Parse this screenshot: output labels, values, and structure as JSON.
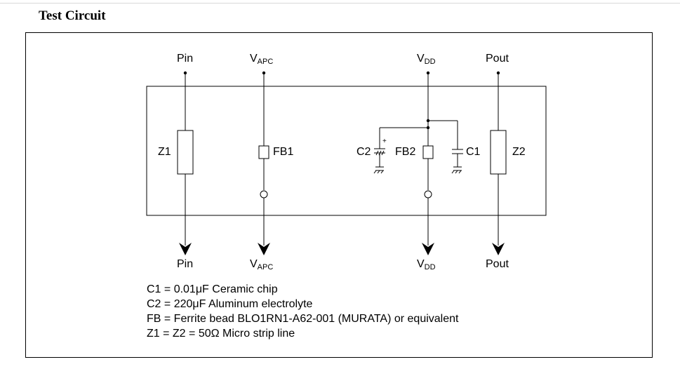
{
  "title": "Test Circuit",
  "terminals": {
    "pin": "Pin",
    "vapc_base": "V",
    "vapc_sub": "APC",
    "vdd_base": "V",
    "vdd_sub": "DD",
    "pout": "Pout"
  },
  "components": {
    "z1": "Z1",
    "z2": "Z2",
    "fb1": "FB1",
    "fb2": "FB2",
    "c1": "C1",
    "c2": "C2",
    "c2_polarity": "+"
  },
  "notes": [
    "C1 = 0.01μF Ceramic chip",
    "C2 = 220μF Aluminum electrolyte",
    "FB = Ferrite bead BLO1RN1-A62-001 (MURATA) or equivalent",
    "Z1 = Z2 = 50Ω Micro strip line"
  ]
}
